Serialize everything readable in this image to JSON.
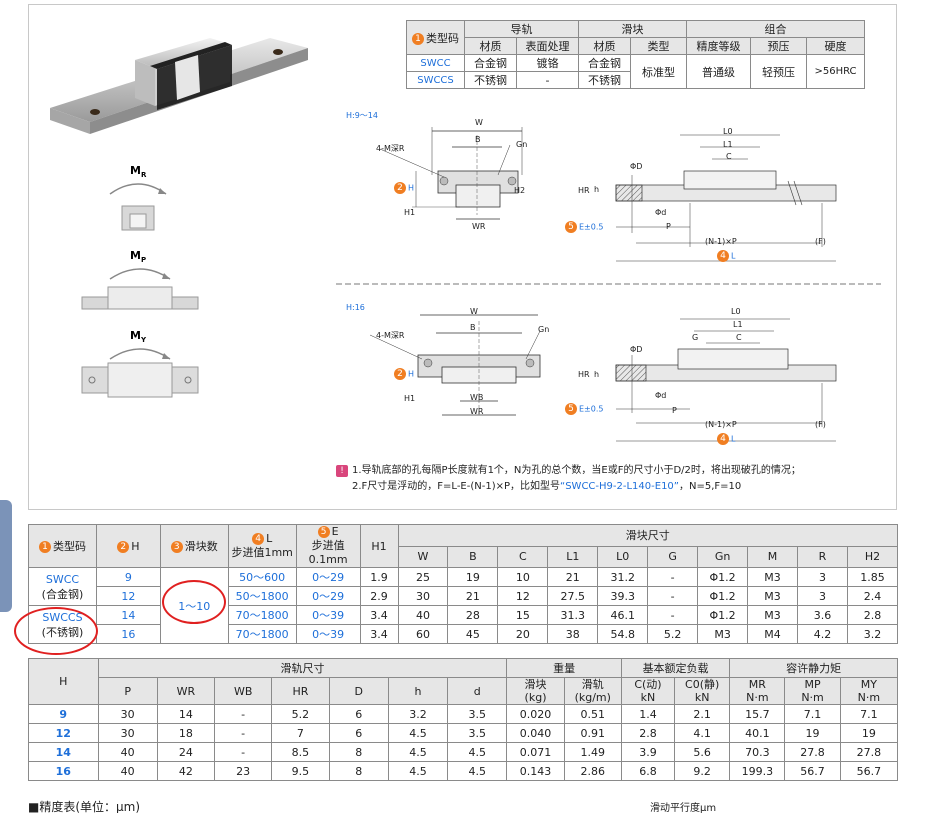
{
  "type_table": {
    "h_type": "类型码",
    "h_rail": "导轨",
    "h_block": "滑块",
    "h_combo": "组合",
    "h_material": "材质",
    "h_surface": "表面处理",
    "h_block_material": "材质",
    "h_block_type": "类型",
    "h_precision": "精度等级",
    "h_preload": "预压",
    "h_hardness": "硬度",
    "r1_code": "SWCC",
    "r1_mat": "合金钢",
    "r1_surf": "镀铬",
    "r1_bmat": "合金钢",
    "r2_code": "SWCCS",
    "r2_mat": "不锈钢",
    "r2_surf": "-",
    "r2_bmat": "不锈钢",
    "btype": "标准型",
    "precision": "普通级",
    "preload": "轻预压",
    "hardness": ">56HRC"
  },
  "diagram": {
    "label_top": "H:9～14",
    "label_bottom": "H:16",
    "m_r": "MR",
    "m_p": "MP",
    "m_y": "MY",
    "w": "W",
    "b": "B",
    "gn": "Gn",
    "m_depth_r": "4-M深R",
    "h": "H",
    "h1": "H1",
    "h2": "H2",
    "wr": "WR",
    "wb": "WB",
    "l0": "L0",
    "l1": "L1",
    "c": "C",
    "g": "G",
    "od": "ΦD",
    "od2": "Φd",
    "hr": "HR",
    "h_small": "h",
    "e": "E±0.5",
    "p": "P",
    "n1p": "(N-1)×P",
    "f": "(F)",
    "l": "L"
  },
  "note": {
    "line1": "1.导轨底部的孔每隔P长度就有1个，N为孔的总个数，当E或F的尺寸小于D/2时，将出现破孔的情况；",
    "line2a": "2.F尺寸是浮动的，F=L-E-(N-1)×P，比如型号",
    "line2b": "“SWCC-H9-2-L140-E10”",
    "line2c": "，N=5,F=10"
  },
  "spec_table": {
    "h_type": "类型码",
    "h_h": "H",
    "h_count": "滑块数",
    "h_l": "L",
    "h_l_sub": "步进值1mm",
    "h_e": "E",
    "h_e_sub": "步进值0.1mm",
    "h_h1": "H1",
    "h_block_dims": "滑块尺寸",
    "cols": [
      "W",
      "B",
      "C",
      "L1",
      "L0",
      "G",
      "Gn",
      "M",
      "R",
      "H2"
    ],
    "type1": "SWCC",
    "type1_sub": "(合金钢)",
    "type2": "SWCCS",
    "type2_sub": "(不锈钢)",
    "count": "1～10",
    "rows": [
      {
        "h": "9",
        "l": "50～600",
        "e": "0～29",
        "h1": "1.9",
        "vals": [
          "25",
          "19",
          "10",
          "21",
          "31.2",
          "-",
          "Φ1.2",
          "M3",
          "3",
          "1.85"
        ]
      },
      {
        "h": "12",
        "l": "50～1800",
        "e": "0～29",
        "h1": "2.9",
        "vals": [
          "30",
          "21",
          "12",
          "27.5",
          "39.3",
          "-",
          "Φ1.2",
          "M3",
          "3",
          "2.4"
        ]
      },
      {
        "h": "14",
        "l": "70～1800",
        "e": "0～39",
        "h1": "3.4",
        "vals": [
          "40",
          "28",
          "15",
          "31.3",
          "46.1",
          "-",
          "Φ1.2",
          "M3",
          "3.6",
          "2.8"
        ]
      },
      {
        "h": "16",
        "l": "70～1800",
        "e": "0～39",
        "h1": "3.4",
        "vals": [
          "60",
          "45",
          "20",
          "38",
          "54.8",
          "5.2",
          "M3",
          "M4",
          "4.2",
          "3.2"
        ]
      }
    ]
  },
  "rail_table": {
    "h_h": "H",
    "h_rail": "滑轨尺寸",
    "h_weight": "重量",
    "h_load": "基本额定负载",
    "h_moment": "容许静力矩",
    "cols": [
      "P",
      "WR",
      "WB",
      "HR",
      "D",
      "h",
      "d"
    ],
    "w_block": "滑块",
    "w_block_u": "(kg)",
    "w_rail": "滑轨",
    "w_rail_u": "(kg/m)",
    "c_dyn": "C(动)",
    "c_dyn_u": "kN",
    "c_stat": "C0(静)",
    "c_stat_u": "kN",
    "mr": "MR",
    "mp": "MP",
    "my": "MY",
    "nm": "N·m",
    "rows": [
      {
        "h": "9",
        "vals": [
          "30",
          "14",
          "-",
          "5.2",
          "6",
          "3.2",
          "3.5",
          "0.020",
          "0.51",
          "1.4",
          "2.1",
          "15.7",
          "7.1",
          "7.1"
        ]
      },
      {
        "h": "12",
        "vals": [
          "30",
          "18",
          "-",
          "7",
          "6",
          "4.5",
          "3.5",
          "0.040",
          "0.91",
          "2.8",
          "4.1",
          "40.1",
          "19",
          "19"
        ]
      },
      {
        "h": "14",
        "vals": [
          "40",
          "24",
          "-",
          "8.5",
          "8",
          "4.5",
          "4.5",
          "0.071",
          "1.49",
          "3.9",
          "5.6",
          "70.3",
          "27.8",
          "27.8"
        ]
      },
      {
        "h": "16",
        "vals": [
          "40",
          "42",
          "23",
          "9.5",
          "8",
          "4.5",
          "4.5",
          "0.143",
          "2.86",
          "6.8",
          "9.2",
          "199.3",
          "56.7",
          "56.7"
        ]
      }
    ]
  },
  "footer": {
    "left": "■精度表(单位：μm)",
    "right": "滑动平行度μm"
  },
  "badges": [
    "1",
    "2",
    "3",
    "4",
    "5"
  ]
}
